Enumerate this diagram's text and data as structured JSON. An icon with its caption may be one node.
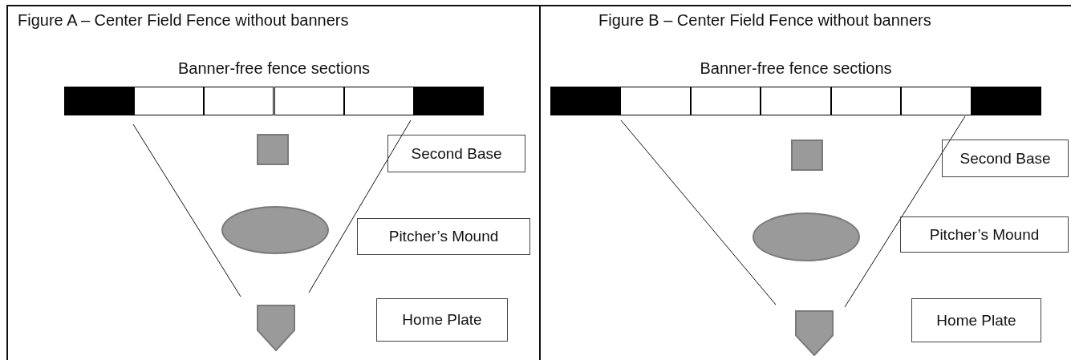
{
  "diagram": {
    "nodes": [
      {
        "text": [
          "Figure A – Center Field Fence without banners"
        ]
      },
      {
        "text": [
          "Banner-free fence sections"
        ],
        "in": 0
      },
      {
        "text": [],
        "shape": "box",
        "in": 1
      },
      {
        "text": [],
        "shape": "box",
        "in": 1
      },
      {
        "text": [],
        "shape": "box",
        "in": 1
      },
      {
        "text": [],
        "shape": "box",
        "in": 1
      },
      {
        "text": [],
        "shape": "box",
        "in": 1
      },
      {
        "text": [],
        "shape": "box",
        "in": 1
      },
      {
        "text": [],
        "shape": "box",
        "in": 0
      },
      {
        "text": [
          "Second Base"
        ],
        "in": 0
      },
      {
        "text": [],
        "shape": "ellipse",
        "in": 0
      },
      {
        "text": [
          "Pitcher’s Mound"
        ],
        "in": 0
      },
      {
        "text": [],
        "shape": "pentagon",
        "in": 0
      },
      {
        "text": [
          "Home Plate"
        ],
        "in": 0
      },
      {
        "text": [
          "Figure B – Center Field Fence without banners"
        ]
      },
      {
        "text": [
          "Banner-free fence sections"
        ],
        "in": 14
      },
      {
        "text": [],
        "shape": "box",
        "in": 15
      },
      {
        "text": [],
        "shape": "box",
        "in": 15
      },
      {
        "text": [],
        "shape": "box",
        "in": 15
      },
      {
        "text": [],
        "shape": "box",
        "in": 15
      },
      {
        "text": [],
        "shape": "box",
        "in": 15
      },
      {
        "text": [],
        "shape": "box",
        "in": 15
      },
      {
        "text": [],
        "shape": "box",
        "in": 15
      },
      {
        "text": [],
        "shape": "box",
        "in": 14
      },
      {
        "text": [
          "Second Base"
        ],
        "in": 14
      },
      {
        "text": [],
        "shape": "ellipse",
        "in": 14
      },
      {
        "text": [
          "Pitcher’s Mound"
        ],
        "in": 14
      },
      {
        "text": [],
        "shape": "pentagon",
        "in": 14
      },
      {
        "text": [
          "Home Plate"
        ],
        "in": 14
      }
    ]
  }
}
